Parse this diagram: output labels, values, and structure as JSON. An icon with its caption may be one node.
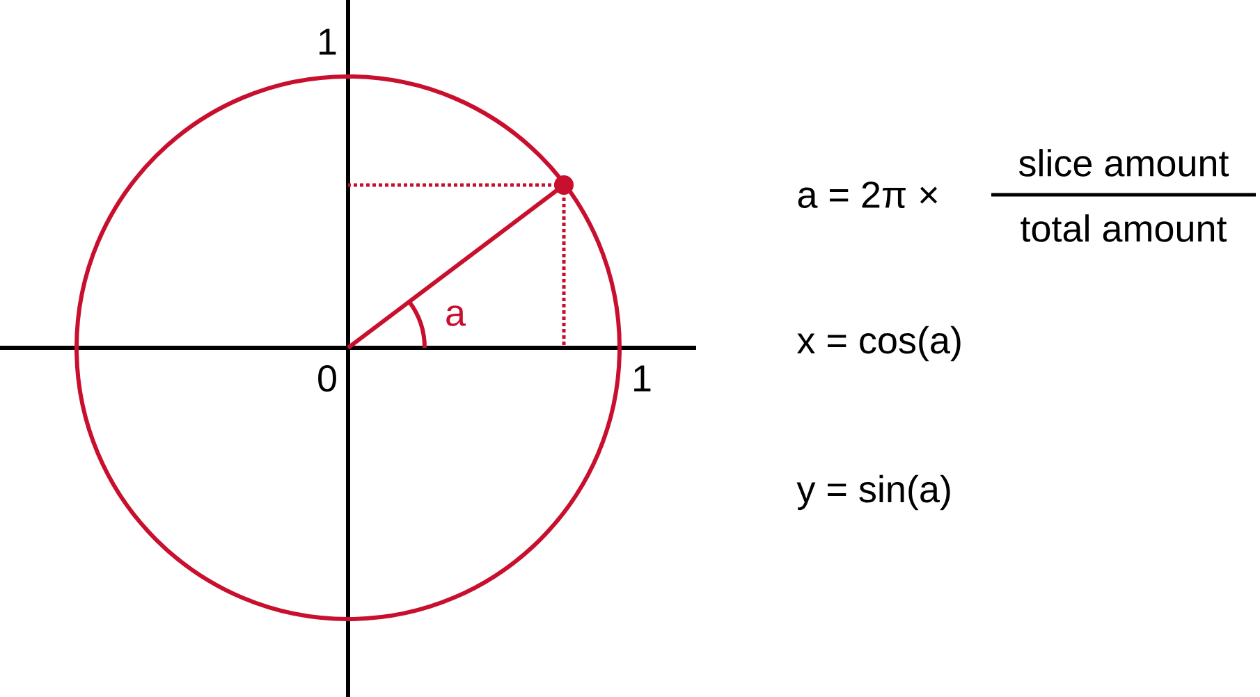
{
  "diagram": {
    "labels": [
      "1",
      "0",
      "1",
      "a",
      "a = 2π ×",
      "slice amount",
      "total amount",
      "x = cos(a)",
      "y = sin(a)"
    ]
  }
}
